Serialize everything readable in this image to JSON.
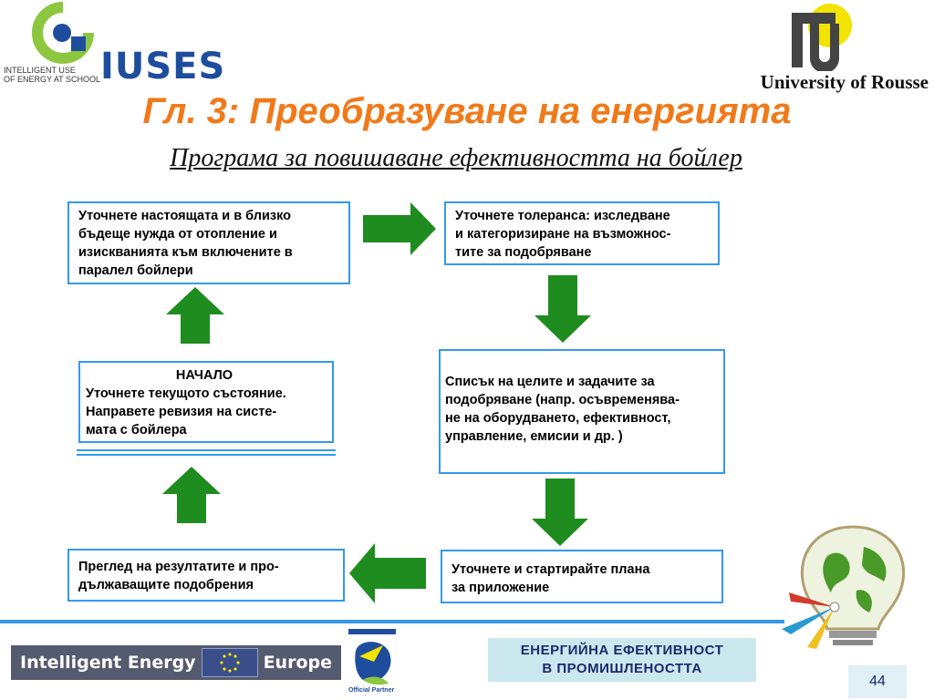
{
  "title": "Гл. 3: Преобразуване на енергията",
  "subtitle": "Програма за повишаване ефективността на бойлер",
  "logos": {
    "iuses_word": "IUSES",
    "iuses_sub": [
      "INTELLIGENT USE",
      "OF ENERGY AT SCHOOL"
    ],
    "university": "University of Rousse"
  },
  "diagram": {
    "box_top_left": [
      "Уточнете настоящата и в близко",
      "бъдеще нужда от отопление и",
      "изискванията към включените в",
      "паралел бойлери"
    ],
    "box_top_right": [
      "Уточнете толеранса: изследване",
      "и категоризиране на възможнос-",
      "тите за подобряване"
    ],
    "box_mid_left_heading": "НАЧАЛО",
    "box_mid_left": [
      "Уточнете текущото състояние.",
      "Направете ревизия на систе-",
      "мата с бойлера"
    ],
    "box_mid_right": [
      "Списък на целите и задачите за",
      "подобряване (напр. осъвременява-",
      "не на оборудването, ефективност,",
      "управление, емисии и др. )"
    ],
    "box_bottom_left": [
      "Преглед на резултатите и про-",
      "дължаващите подобрения"
    ],
    "box_bottom_right": [
      "Уточнете и стартирайте плана",
      "за приложение"
    ]
  },
  "footer": {
    "ie_left": "Intelligent Energy",
    "ie_right": "Europe",
    "partner_label": "Official Partner",
    "promo": [
      "ЕНЕРГИЙНА ЕФЕКТИВНОСТ",
      "В ПРОМИШЛЕНОСТТА"
    ],
    "page_number": "44"
  },
  "colors": {
    "title": "#f07a1a",
    "arrow": "#1e8c1e",
    "box_border": "#3399ee",
    "footer_line": "#3399ee",
    "promo_bg": "#cbe8ee"
  },
  "icons": [
    "iuses-logo-icon",
    "university-rousse-logo-icon",
    "eu-flag-icon",
    "official-partner-icon",
    "globe-lightbulb-icon"
  ]
}
